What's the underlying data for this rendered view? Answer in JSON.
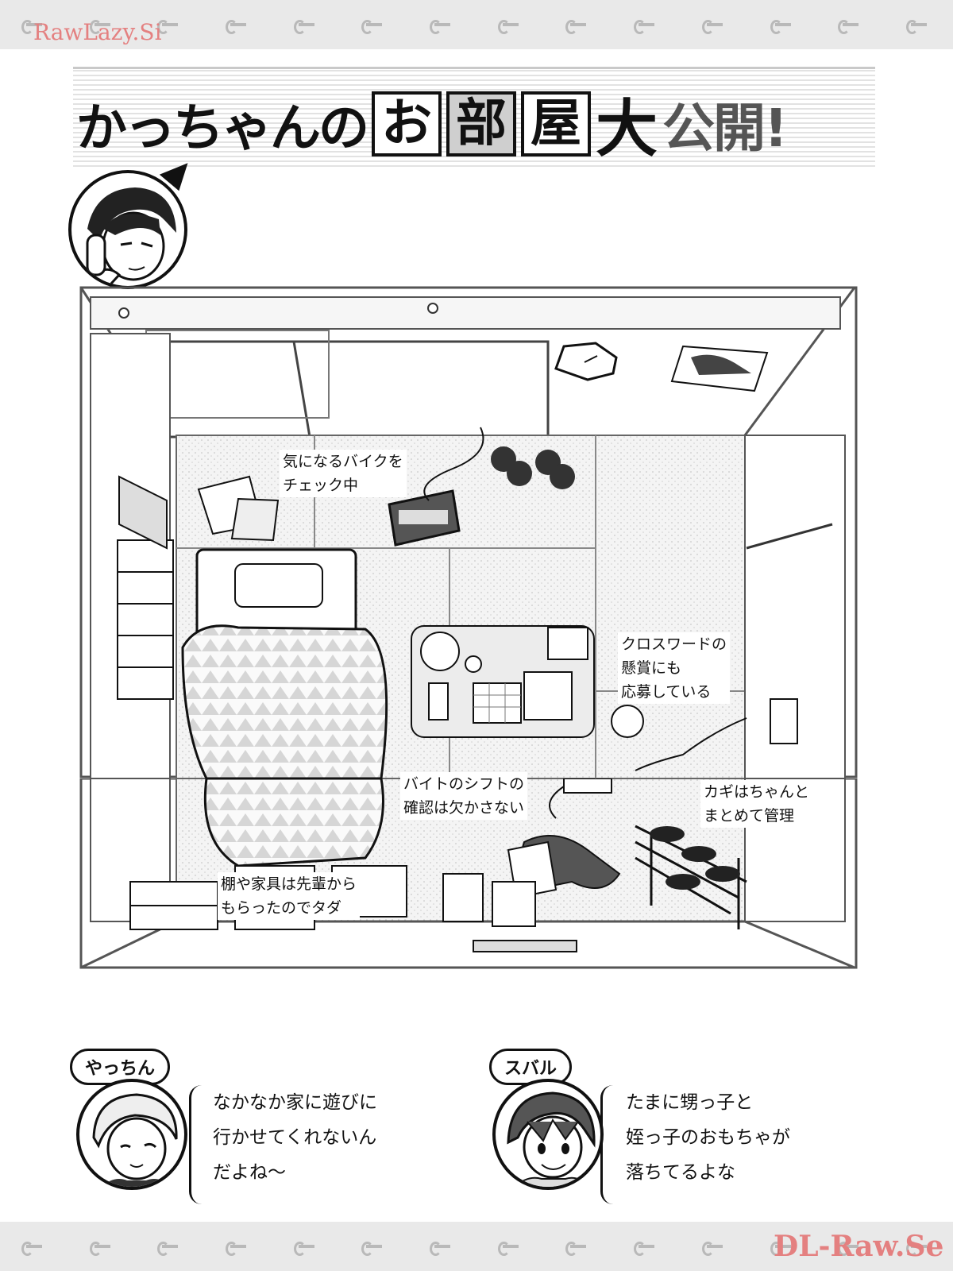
{
  "watermarks": {
    "top": "RawLazy.Si",
    "bottom": "DL-Raw.Se"
  },
  "title": {
    "part1": "かっちゃんの",
    "box1": "お",
    "box2": "部",
    "box3": "屋",
    "big": "大",
    "part2": "公開!"
  },
  "annotations": {
    "bike": [
      "気になるバイクを",
      "チェック中"
    ],
    "crossword": [
      "クロスワードの",
      "懸賞にも",
      "応募している"
    ],
    "shift": [
      "バイトのシフトの",
      "確認は欠かさない"
    ],
    "keys": [
      "カギはちゃんと",
      "まとめて管理"
    ],
    "furniture": [
      "棚や家具は先輩から",
      "もらったのでタダ"
    ]
  },
  "comments": [
    {
      "name": "やっちん",
      "lines": [
        "なかなか家に遊びに",
        "行かせてくれないん",
        "だよね～"
      ]
    },
    {
      "name": "スバル",
      "lines": [
        "たまに甥っ子と",
        "姪っ子のおもちゃが",
        "落ちてるよな"
      ]
    }
  ]
}
